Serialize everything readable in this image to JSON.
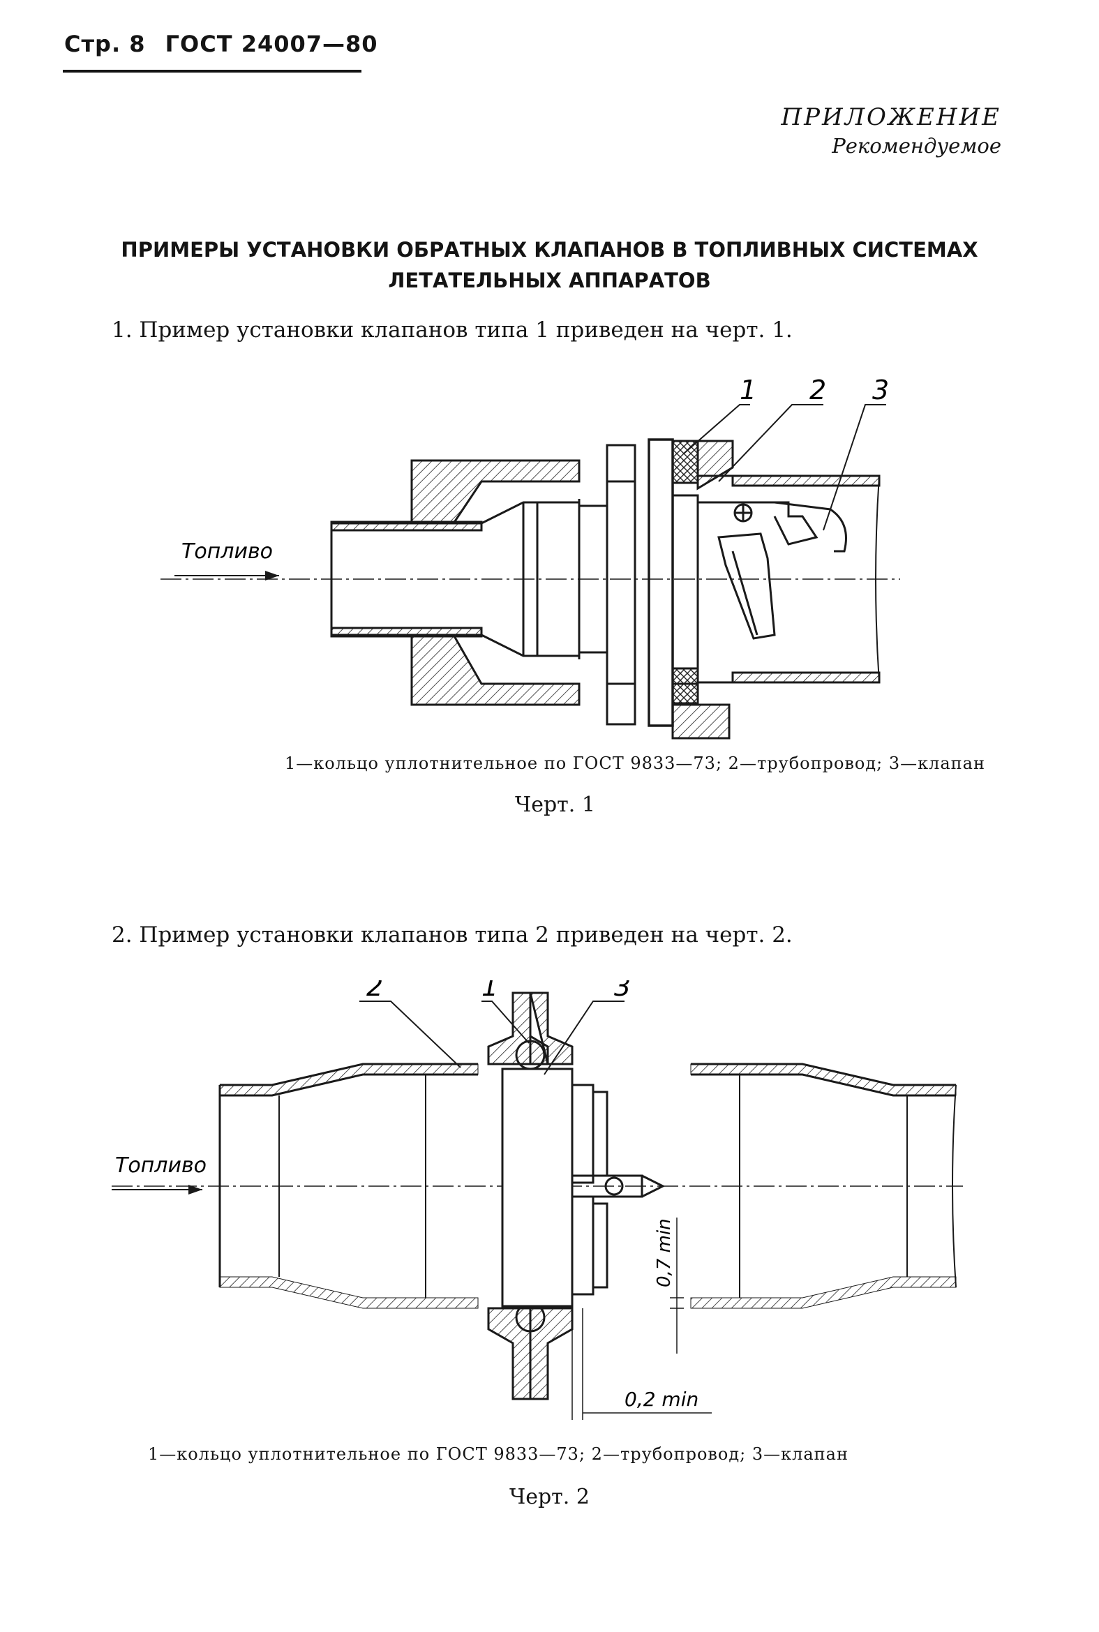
{
  "header": {
    "page": "Стр. 8",
    "standard": "ГОСТ 24007—80"
  },
  "appendix": {
    "label": "ПРИЛОЖЕНИЕ",
    "status": "Рекомендуемое"
  },
  "title": {
    "line1": "ПРИМЕРЫ УСТАНОВКИ ОБРАТНЫХ КЛАПАНОВ В ТОПЛИВНЫХ СИСТЕМАХ",
    "line2": "ЛЕТАТЕЛЬНЫХ АППАРАТОВ"
  },
  "section1": {
    "text": "1. Пример установки клапанов типа 1 приведен на черт. 1.",
    "figure": {
      "flow_label": "Топливо",
      "callouts": [
        "1",
        "2",
        "3"
      ],
      "caption": "1—кольцо уплотнительное по ГОСТ 9833—73; 2—трубопровод; 3—клапан",
      "number": "Черт. 1"
    }
  },
  "section2": {
    "text": "2. Пример установки клапанов типа 2 приведен на черт. 2.",
    "figure": {
      "flow_label": "Топливо",
      "callouts": [
        "2",
        "1",
        "3"
      ],
      "dim_vertical": "0,7 min",
      "dim_horizontal": "0,2 min",
      "caption": "1—кольцо уплотнительное по ГОСТ 9833—73; 2—трубопровод; 3—клапан",
      "number": "Черт. 2"
    }
  }
}
